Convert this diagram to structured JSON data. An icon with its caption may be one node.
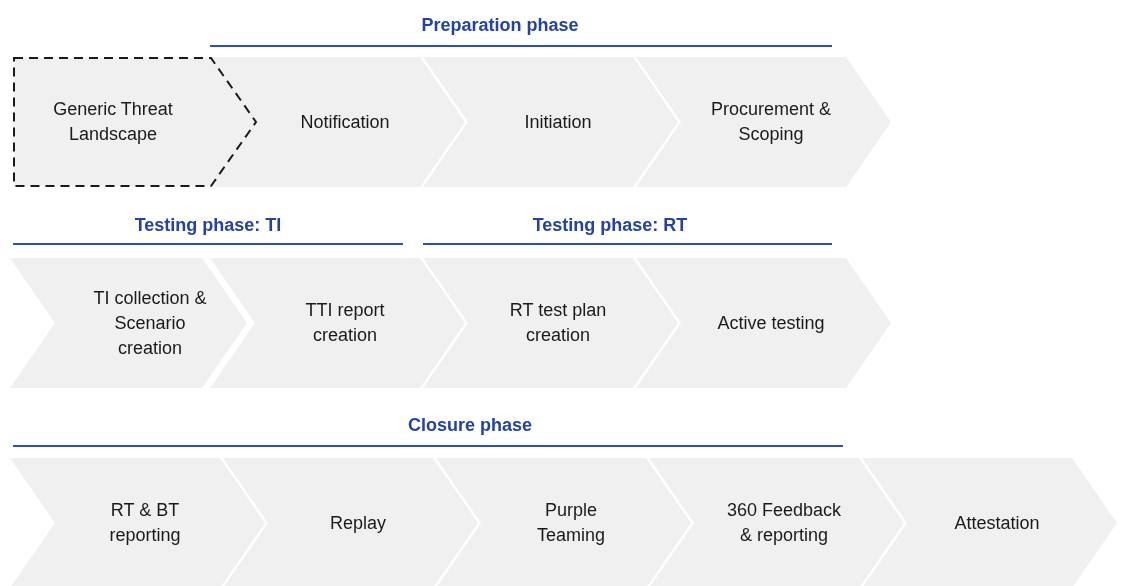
{
  "diagram": {
    "nodes": [
      {
        "text": [
          "Generic Threat Landscape"
        ]
      },
      {
        "text": [
          "Notification"
        ]
      },
      {
        "text": [
          "Initiation"
        ]
      },
      {
        "text": [
          "Procurement & Scoping"
        ]
      },
      {
        "text": [
          "TI collection & Scenario creation"
        ]
      },
      {
        "text": [
          "TTI report creation"
        ]
      },
      {
        "text": [
          "RT test plan creation"
        ]
      },
      {
        "text": [
          "Active testing"
        ]
      },
      {
        "text": [
          "RT & BT reporting"
        ]
      },
      {
        "text": [
          "Replay"
        ]
      },
      {
        "text": [
          "Purple Teaming"
        ]
      },
      {
        "text": [
          "360 Feedback & reporting"
        ]
      },
      {
        "text": [
          "Attestation"
        ]
      }
    ],
    "labels": [
      "Preparation phase",
      "Testing phase: TI",
      "Testing phase: RT",
      "Closure phase"
    ]
  }
}
